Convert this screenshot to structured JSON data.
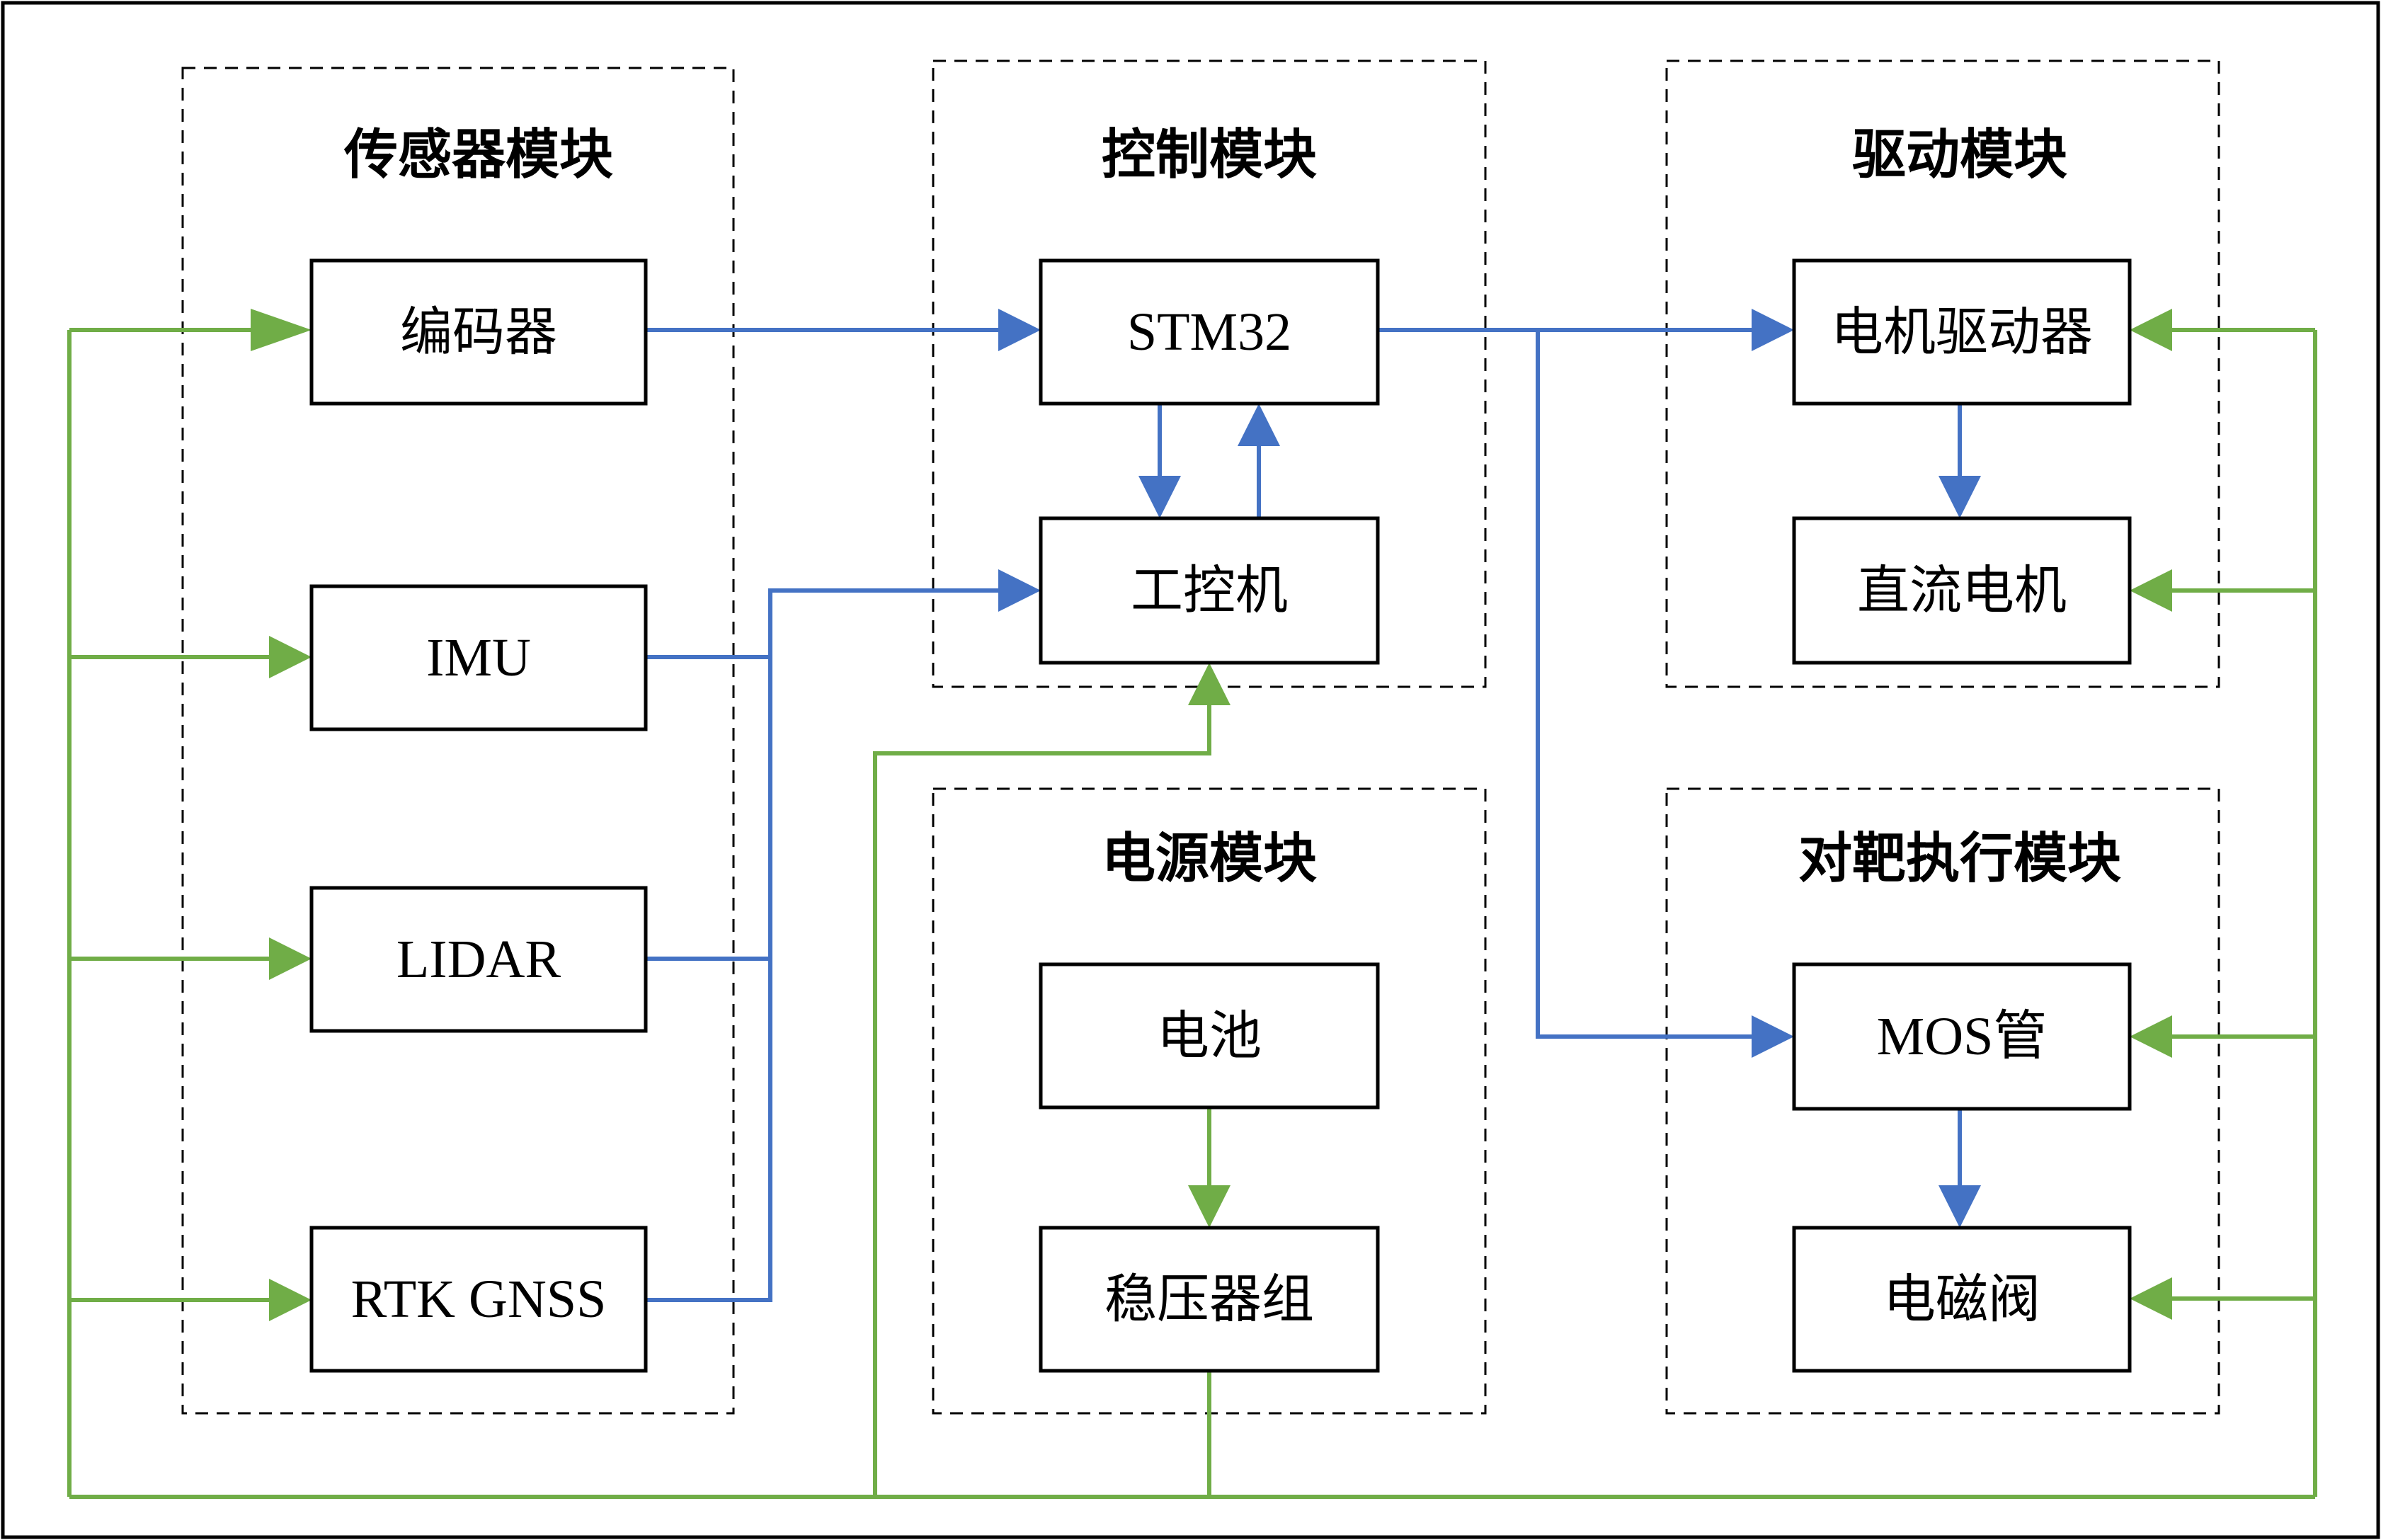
{
  "colors": {
    "signal": "#4472C4",
    "power": "#70AD47",
    "border": "#000000"
  },
  "modules": {
    "sensor": {
      "title": "传感器模块",
      "encoder": "编码器",
      "imu": "IMU",
      "lidar": "LIDAR",
      "rtk": "RTK GNSS"
    },
    "control": {
      "title": "控制模块",
      "stm32": "STM32",
      "ipc": "工控机"
    },
    "drive": {
      "title": "驱动模块",
      "motor_driver": "电机驱动器",
      "dc_motor": "直流电机"
    },
    "power": {
      "title": "电源模块",
      "battery": "电池",
      "regulators": "稳压器组"
    },
    "target": {
      "title": "对靶执行模块",
      "mosfet": "MOS管",
      "solenoid": "电磁阀"
    }
  }
}
